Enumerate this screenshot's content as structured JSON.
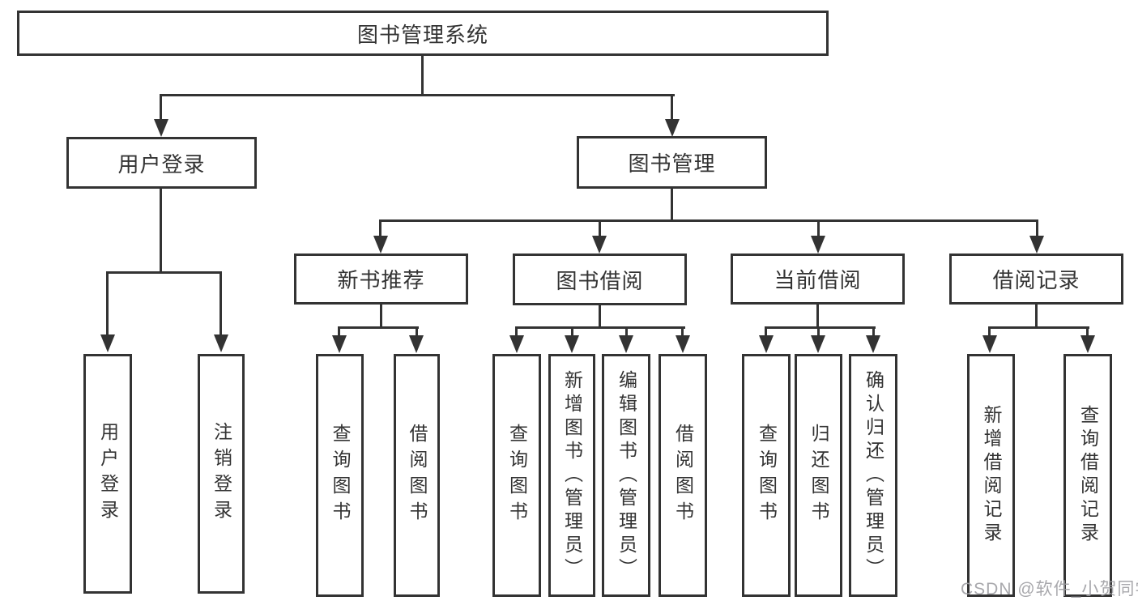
{
  "tree": {
    "root": {
      "label": "图书管理系统",
      "children": [
        {
          "label": "用户登录",
          "children": [
            {
              "label": "用户登录"
            },
            {
              "label": "注销登录"
            }
          ]
        },
        {
          "label": "图书管理",
          "children": [
            {
              "label": "新书推荐",
              "children": [
                {
                  "label": "查询图书"
                },
                {
                  "label": "借阅图书"
                }
              ]
            },
            {
              "label": "图书借阅",
              "children": [
                {
                  "label": "查询图书"
                },
                {
                  "label": "新增图书（管理员）"
                },
                {
                  "label": "编辑图书（管理员）"
                },
                {
                  "label": "借阅图书"
                }
              ]
            },
            {
              "label": "当前借阅",
              "children": [
                {
                  "label": "查询图书"
                },
                {
                  "label": "归还图书"
                },
                {
                  "label": "确认归还（管理员）"
                }
              ]
            },
            {
              "label": "借阅记录",
              "children": [
                {
                  "label": "新增借阅记录"
                },
                {
                  "label": "查询借阅记录"
                }
              ]
            }
          ]
        }
      ]
    }
  },
  "watermark": {
    "text": "CSDN @软件_小贺同学"
  },
  "colors": {
    "line": "#333333",
    "text": "#333333",
    "background": "#ffffff",
    "watermark": "#9e9ea3"
  }
}
